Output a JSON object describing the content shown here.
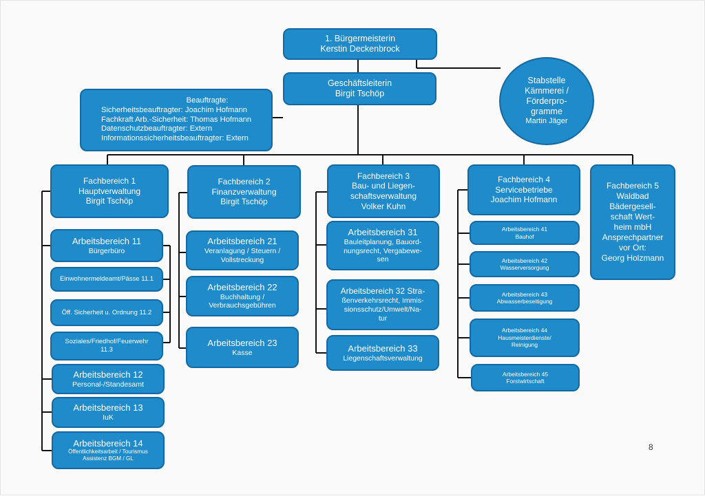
{
  "top": {
    "line1": "1. Bürgermeisterin",
    "line2": "Kerstin Deckenbrock"
  },
  "gl": {
    "line1": "Geschäftsleiterin",
    "line2": "Birgit Tschöp"
  },
  "beauftragte": {
    "heading": "Beauftragte:",
    "lines": [
      "Sicherheitsbeauftragter: Joachim Hofmann",
      "Fachkraft Arb.-Sicherheit: Thomas Hofmann",
      "Datenschutzbeauftragter: Extern",
      "Informationssicherheitsbeauftragter: Extern"
    ]
  },
  "stabstelle": {
    "lines": [
      "Stabstelle",
      "Kämmerei /",
      "Förderpro-",
      "gramme"
    ],
    "name": "Martin Jäger"
  },
  "fb1": {
    "lines": [
      "Fachbereich 1",
      "Hauptverwaltung",
      "Birgit Tschöp"
    ]
  },
  "fb2": {
    "lines": [
      "Fachbereich 2",
      "Finanzverwaltung",
      "Birgit Tschöp"
    ]
  },
  "fb3": {
    "lines": [
      "Fachbereich 3",
      "Bau- und Liegen-",
      "schaftsverwaltung",
      "Volker Kuhn"
    ]
  },
  "fb4": {
    "lines": [
      "Fachbereich 4",
      "Servicebetriebe",
      "Joachim Hofmann"
    ]
  },
  "fb5": {
    "lines": [
      "Fachbereich 5",
      "Waldbad",
      "Bädergesell-",
      "schaft Wert-",
      "heim mbH",
      "Ansprechpartner",
      "vor Ort:",
      "Georg Holzmann"
    ]
  },
  "ab11": {
    "title": "Arbeitsbereich 11",
    "sub": [
      "Bürgerbüro"
    ]
  },
  "ab11_1": {
    "text": "Einwohnermeldeamt/Pässe 11.1"
  },
  "ab11_2": {
    "text": "Öff. Sicherheit u. Ordnung 11.2"
  },
  "ab11_3": {
    "lines": [
      "Soziales/Friedhof/Feuerwehr",
      "11.3"
    ]
  },
  "ab12": {
    "title": "Arbeitsbereich 12",
    "sub": [
      "Personal-/Standesamt"
    ]
  },
  "ab13": {
    "title": "Arbeitsbereich 13",
    "sub": [
      "IuK"
    ]
  },
  "ab14": {
    "title": "Arbeitsbereich 14",
    "sub": [
      "Öffentlichkeitsarbeit / Tourismus",
      "Assistenz BGM / GL"
    ]
  },
  "ab21": {
    "title": "Arbeitsbereich 21",
    "sub": [
      "Veranlagung / Steuern /",
      "Vollstreckung"
    ]
  },
  "ab22": {
    "title": "Arbeitsbereich 22",
    "sub": [
      "Buchhaltung /",
      "Verbrauchsgebühren"
    ]
  },
  "ab23": {
    "title": "Arbeitsbereich 23",
    "sub": [
      "Kasse"
    ]
  },
  "ab31": {
    "title": "Arbeitsbereich 31",
    "sub": [
      "Bauleitplanung, Bauord-",
      "nungsrecht, Vergabewe-",
      "sen"
    ]
  },
  "ab32": {
    "title": "Arbeitsbereich 32 Stra-",
    "sub": [
      "ßenverkehrsrecht, Immis-",
      "sionsschutz/Umwelt/Na-",
      "tur"
    ]
  },
  "ab33": {
    "title": "Arbeitsbereich 33",
    "sub": [
      "Liegenschaftsverwaltung"
    ]
  },
  "ab41": {
    "title": "Arbeitsbereich 41",
    "sub": [
      "Bauhof"
    ]
  },
  "ab42": {
    "title": "Arbeitsbereich 42",
    "sub": [
      "Wasserversorgung"
    ]
  },
  "ab43": {
    "title": "Arbeitsbereich 43",
    "sub": [
      "Abwasserbeseitigung"
    ]
  },
  "ab44": {
    "title": "Arbeitsbereich 44",
    "sub": [
      "Hausmeisterdienste/",
      "Reinigung"
    ]
  },
  "ab45": {
    "title": "Arbeitsbereich 45",
    "sub": [
      "Forstwirtschaft"
    ]
  },
  "page_number": "8"
}
